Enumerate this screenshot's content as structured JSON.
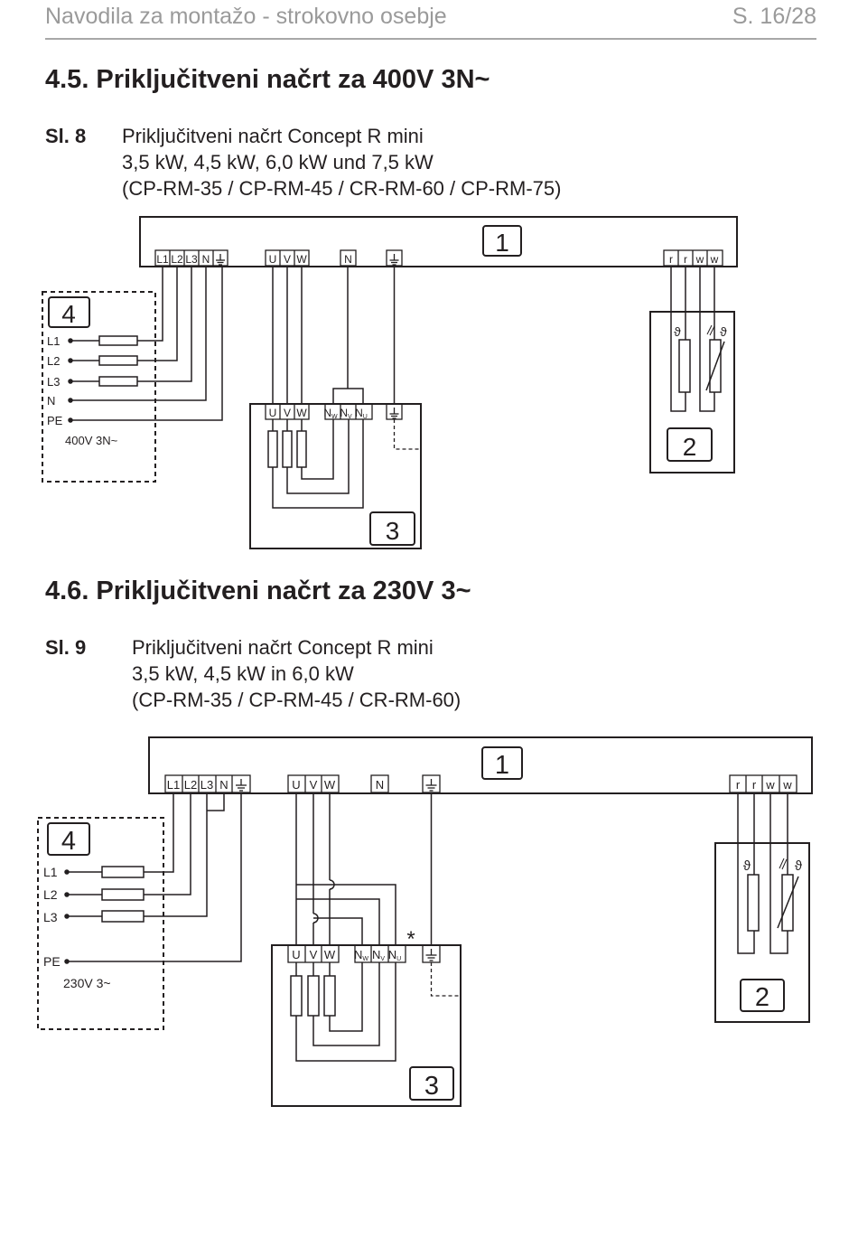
{
  "header": {
    "title": "Navodila za montažo - strokovno osebje",
    "page": "S. 16/28"
  },
  "section1": {
    "heading": "4.5. Priključitveni načrt za 400V 3N~",
    "fig_label": "Sl. 8",
    "caption": [
      "Priključitveni načrt Concept R mini",
      "3,5 kW, 4,5 kW, 6,0 kW und 7,5 kW",
      "(CP-RM-35 / CP-RM-45 / CR-RM-60 / CP-RM-75)"
    ],
    "diagram": {
      "box_numbers": [
        "1",
        "2",
        "3",
        "4"
      ],
      "main_terminals": [
        "L1",
        "L2",
        "L3",
        "N"
      ],
      "motor_terminals": [
        "U",
        "V",
        "W"
      ],
      "neutral_terminal": "N",
      "sensor_terminals": [
        "r",
        "r",
        "w",
        "w"
      ],
      "supply_lines": [
        "L1",
        "L2",
        "L3",
        "N",
        "PE"
      ],
      "supply_label": "400V 3N~",
      "heater_terminals": [
        "U",
        "V",
        "W"
      ],
      "star_terminals": [
        "N",
        "N",
        "N"
      ],
      "star_subscripts": [
        "W",
        "V",
        "U"
      ],
      "theta_symbol": "ϑ"
    }
  },
  "section2": {
    "heading": "4.6. Priključitveni načrt za 230V 3~",
    "fig_label": "Sl. 9",
    "caption": [
      "Priključitveni načrt Concept R mini",
      "3,5 kW, 4,5 kW in 6,0 kW",
      "(CP-RM-35 / CP-RM-45 / CR-RM-60)"
    ],
    "diagram": {
      "box_numbers": [
        "1",
        "2",
        "3",
        "4"
      ],
      "main_terminals": [
        "L1",
        "L2",
        "L3",
        "N"
      ],
      "motor_terminals": [
        "U",
        "V",
        "W"
      ],
      "neutral_terminal": "N",
      "sensor_terminals": [
        "r",
        "r",
        "w",
        "w"
      ],
      "supply_lines": [
        "L1",
        "L2",
        "L3",
        "PE"
      ],
      "supply_label": "230V 3~",
      "heater_terminals": [
        "U",
        "V",
        "W"
      ],
      "star_terminals": [
        "N",
        "N",
        "N"
      ],
      "star_subscripts": [
        "W",
        "V",
        "U"
      ],
      "asterisk": "*",
      "theta_symbol": "ϑ"
    }
  }
}
